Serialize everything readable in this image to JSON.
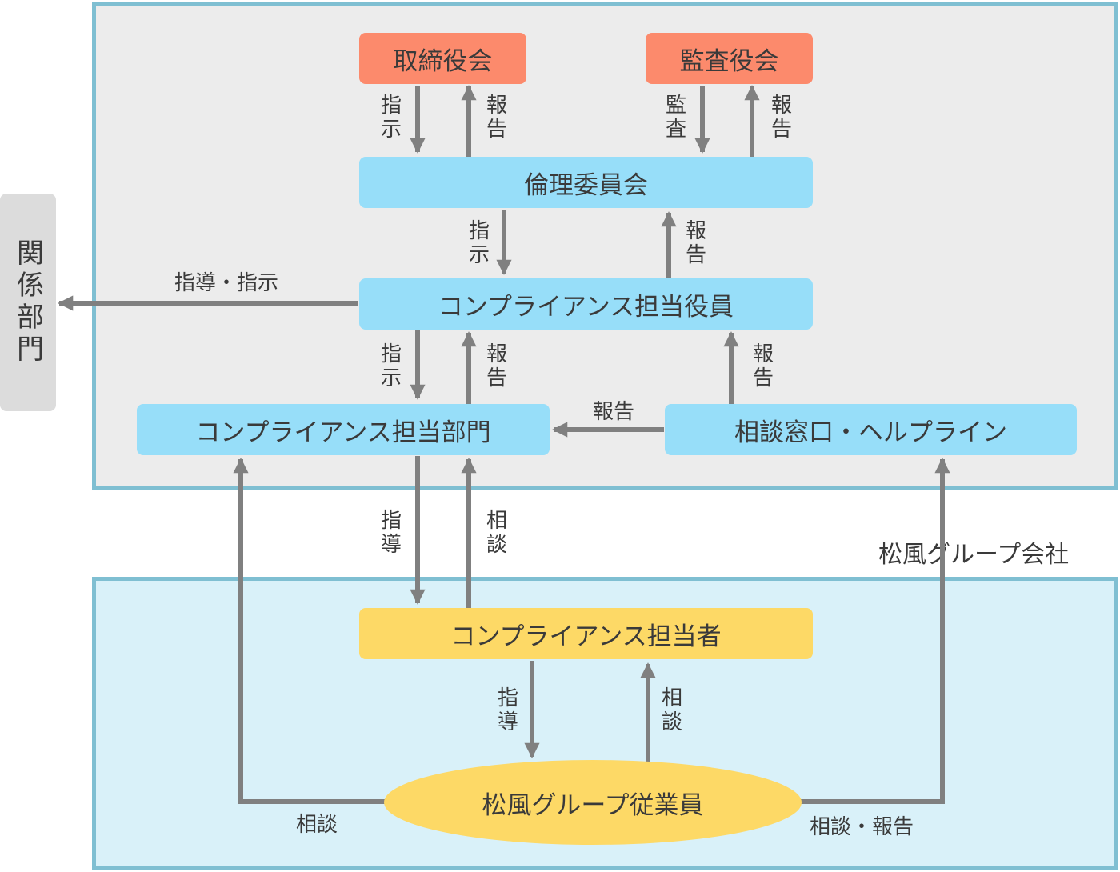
{
  "nodes": {
    "board": "取締役会",
    "auditors": "監査役会",
    "ethics_committee": "倫理委員会",
    "compliance_officer": "コンプライアンス担当役員",
    "compliance_dept": "コンプライアンス担当部門",
    "helpline": "相談窓口・ヘルプライン",
    "compliance_person": "コンプライアンス担当者",
    "employees": "松風グループ従業員",
    "related_dept": "関係部門"
  },
  "group_label": "松風グループ会社",
  "edges": {
    "board_to_ethics": "指示",
    "ethics_to_board": "報告",
    "auditors_to_ethics": "監査",
    "ethics_to_auditors": "報告",
    "ethics_to_officer": "指示",
    "officer_to_ethics": "報告",
    "officer_to_related": "指導・指示",
    "officer_to_dept": "指示",
    "dept_to_officer": "報告",
    "helpline_to_officer": "報告",
    "helpline_to_dept": "報告",
    "dept_to_person": "指導",
    "person_to_dept": "相談",
    "person_to_employees": "指導",
    "employees_to_person": "相談",
    "employees_to_dept": "相談",
    "employees_to_helpline": "相談・報告"
  },
  "colors": {
    "panel_border": "#7fbfd2",
    "top_panel": "#ececec",
    "bottom_panel": "#d9f1f9",
    "red_box": "#fc8a6c",
    "blue_box": "#97def9",
    "yellow_box": "#fdd966",
    "arrow": "#808080"
  }
}
